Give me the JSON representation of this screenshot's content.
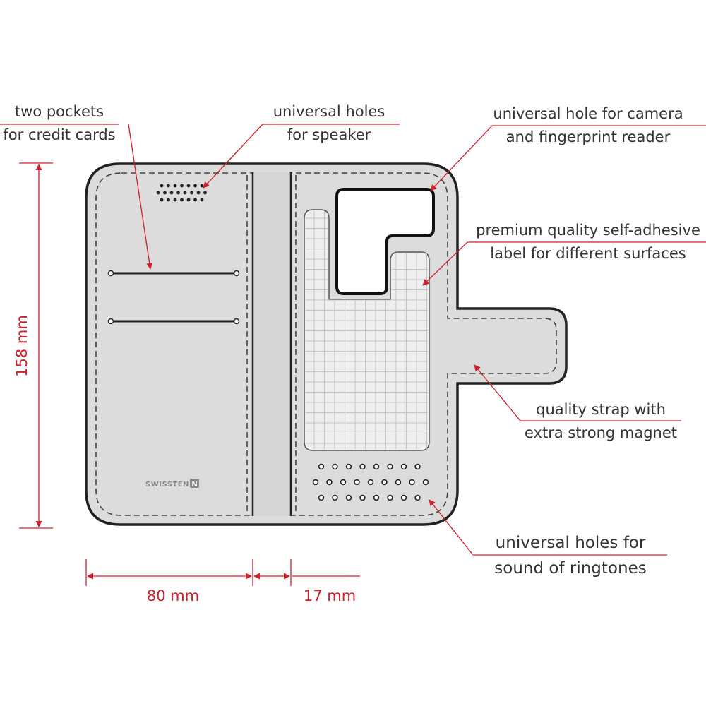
{
  "colors": {
    "outline": "#222222",
    "body_fill": "#dcdcdc",
    "label_fill": "#eeeeee",
    "grid_line": "#c4c4c4",
    "accent": "#d0202a",
    "text": "#333333"
  },
  "labels": {
    "pockets": {
      "line1": "two pockets",
      "line2": "for credit cards"
    },
    "speaker": {
      "line1": "universal holes",
      "line2": "for speaker"
    },
    "camera": {
      "line1": "universal hole for camera",
      "line2": "and fingerprint reader"
    },
    "adhesive": {
      "line1": "premium quality self-adhesive",
      "line2": "label for different surfaces"
    },
    "strap": {
      "line1": "quality strap with",
      "line2": "extra strong magnet"
    },
    "ringtones": {
      "line1": "universal holes for",
      "line2": "sound of ringtones"
    }
  },
  "dimensions": {
    "height": "158 mm",
    "cover_width": "80 mm",
    "spine_width": "17 mm"
  },
  "brand": {
    "name": "SWISSTEN",
    "mark": "N"
  }
}
